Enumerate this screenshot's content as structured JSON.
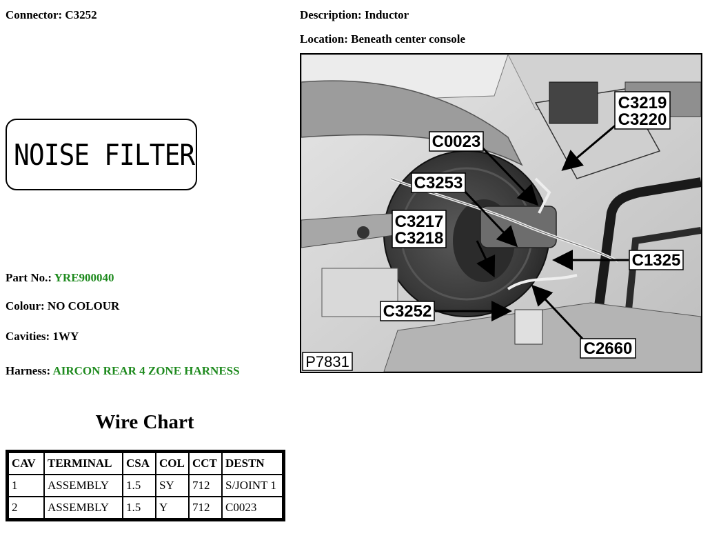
{
  "connector": {
    "label": "Connector:",
    "value": "C3252"
  },
  "description": {
    "label": "Description:",
    "value": "Inductor"
  },
  "location": {
    "label": "Location:",
    "value": "Beneath center console"
  },
  "connector_label_image": {
    "text": "NOISE FILTER"
  },
  "part_no": {
    "label": "Part No.:",
    "value": "YRE900040"
  },
  "colour": {
    "label": "Colour:",
    "value": "NO COLOUR"
  },
  "cavities": {
    "label": "Cavities:",
    "value": "1WY"
  },
  "harness": {
    "label": "Harness:",
    "value": "AIRCON REAR 4 ZONE HARNESS"
  },
  "wire_chart": {
    "title": "Wire Chart",
    "headers": [
      "CAV",
      "TERMINAL",
      "CSA",
      "COL",
      "CCT",
      "DESTN"
    ],
    "rows": [
      [
        "1",
        "ASSEMBLY",
        "1.5",
        "SY",
        "712",
        "S/JOINT 1"
      ],
      [
        "2",
        "ASSEMBLY",
        "1.5",
        "Y",
        "712",
        "C0023"
      ]
    ]
  },
  "photo": {
    "code": "P7831",
    "callouts": {
      "c3219": "C3219",
      "c3220": "C3220",
      "c0023": "C0023",
      "c3253": "C3253",
      "c3217": "C3217",
      "c3218": "C3218",
      "c1325": "C1325",
      "c3252": "C3252",
      "c2660": "C2660"
    }
  },
  "colors": {
    "accent_green": "#1e8a1e"
  }
}
